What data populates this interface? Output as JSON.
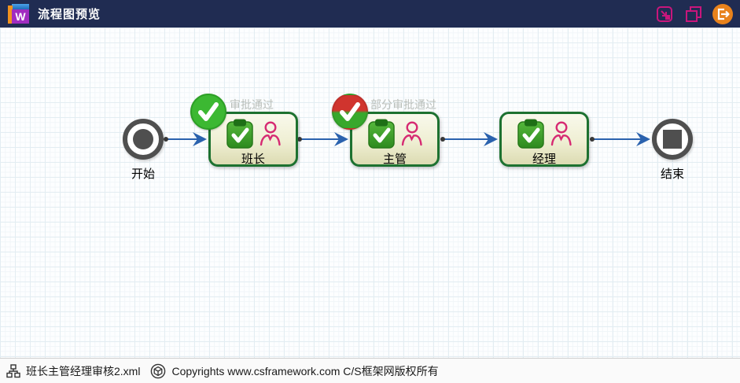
{
  "window": {
    "title": "流程图预览"
  },
  "titlebar": {
    "icons": [
      {
        "name": "resize-corner-icon"
      },
      {
        "name": "windows-copy-icon"
      },
      {
        "name": "exit-icon"
      }
    ]
  },
  "flow": {
    "start": {
      "label": "开始"
    },
    "end": {
      "label": "结束"
    },
    "nodes": [
      {
        "label": "班长",
        "badge": "approved",
        "badge_label": "审批通过"
      },
      {
        "label": "主管",
        "badge": "partial",
        "badge_label": "部分审批通过"
      },
      {
        "label": "经理"
      }
    ]
  },
  "statusbar": {
    "filename": "班长主管经理审核2.xml",
    "copyright": "Copyrights www.csframework.com C/S框架网版权所有"
  },
  "colors": {
    "titlebar_bg": "#202c52",
    "titlebar_icon_magenta": "#c9167c",
    "exit_orange": "#e8821c",
    "node_border_green": "#1d7130",
    "node_fill": "#efefd3",
    "connector_blue": "#2b62ae",
    "badge_green": "#3cb832",
    "badge_red": "#d0342e",
    "person_pink": "#d62a72",
    "clipboard_green": "#3e9a28",
    "badge_label_gray": "#b9beb9"
  }
}
